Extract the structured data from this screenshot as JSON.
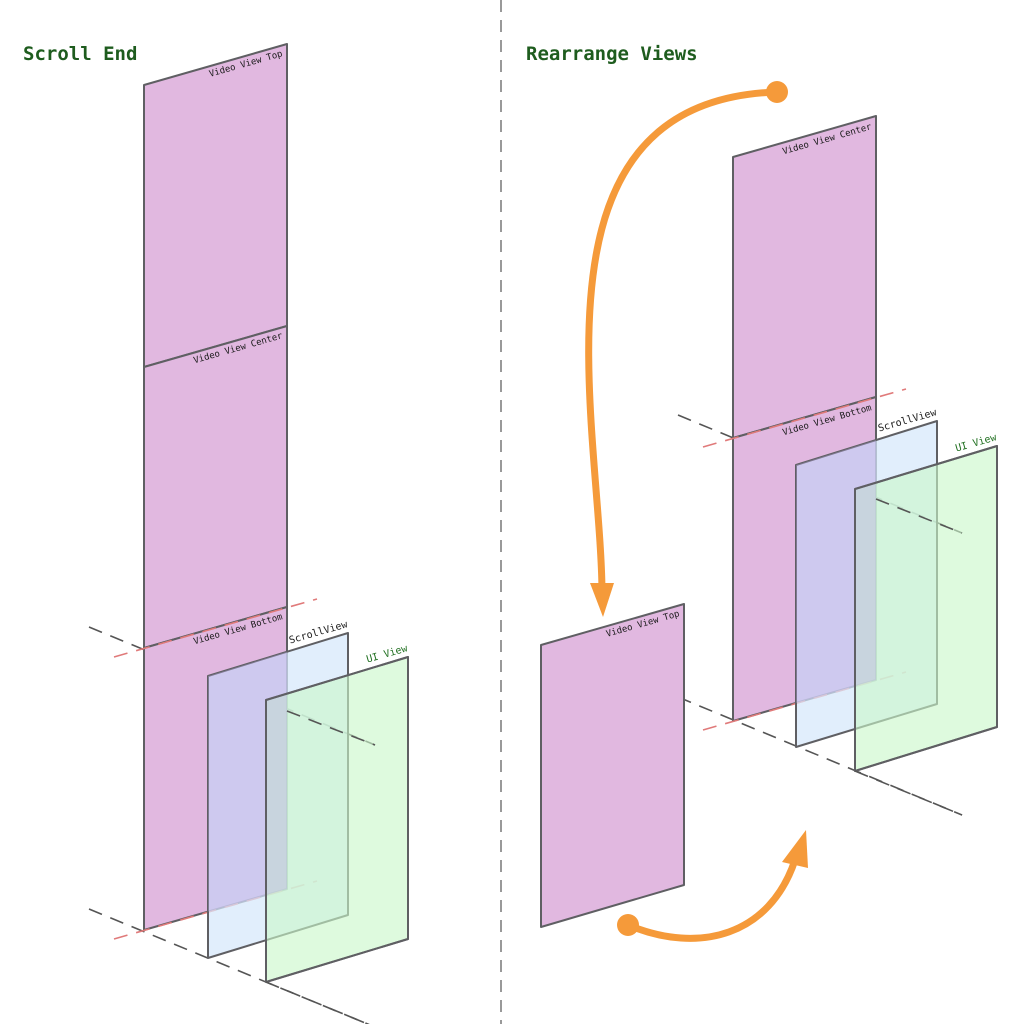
{
  "panels": {
    "left": {
      "title": "Scroll End"
    },
    "right": {
      "title": "Rearrange Views"
    }
  },
  "labels": {
    "video_top": "Video View Top",
    "video_center": "Video View Center",
    "video_bottom": "Video View Bottom",
    "scroll_view": "ScrollView",
    "ui_view": "UI View"
  },
  "colors": {
    "video_fill": "#e1b8e0",
    "scroll_fill": "#d6e8fb",
    "ui_fill": "#c9f7c9",
    "ui_label": "#1e6e1e",
    "outline": "#5f5f63",
    "axis_dash": "#555555",
    "clip_dash": "#e07a7a",
    "arrow": "#f59a3a",
    "title": "#1e5c1e"
  }
}
